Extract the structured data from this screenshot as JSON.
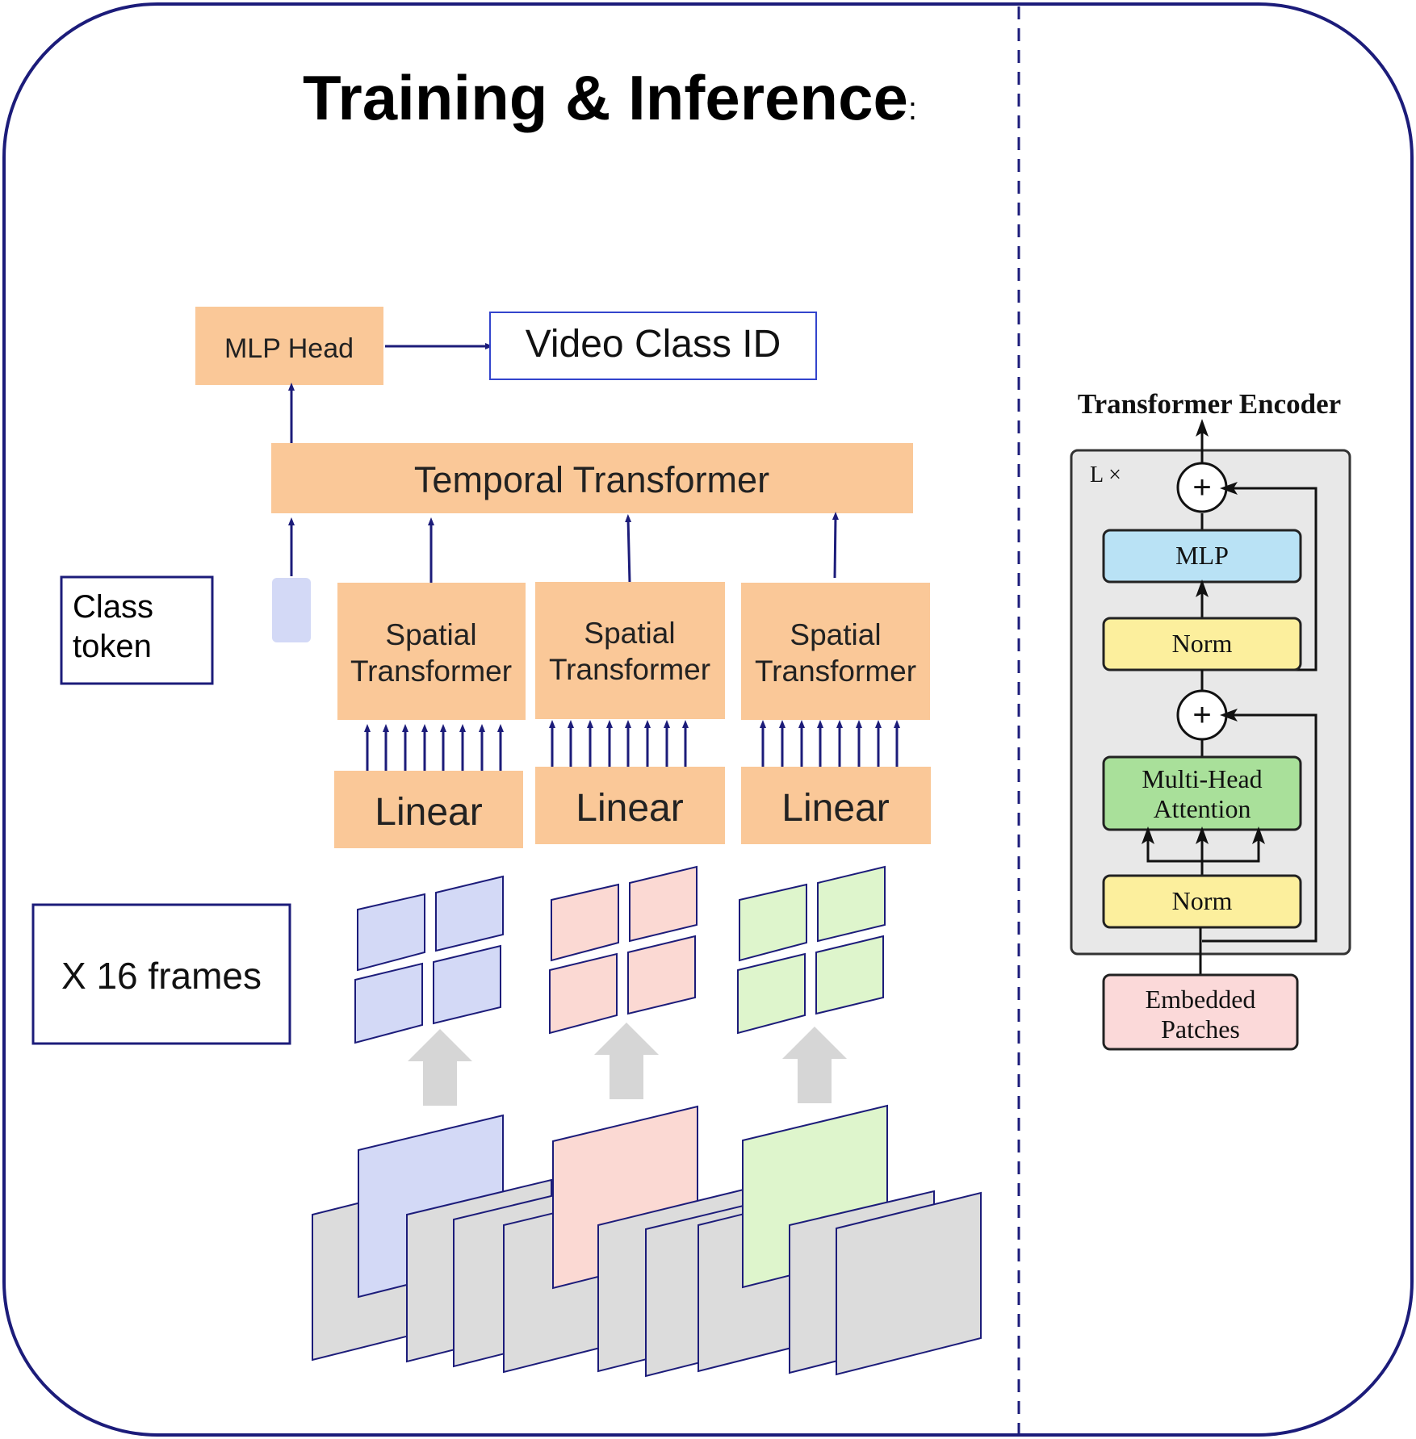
{
  "title": "Training & Inference",
  "title_colon": ":",
  "left": {
    "mlp_head": "MLP Head",
    "video_class_id": "Video Class ID",
    "temporal_transformer": "Temporal Transformer",
    "class_token": {
      "line1": "Class",
      "line2": "token"
    },
    "spatial_transformers": [
      {
        "line1": "Spatial",
        "line2": "Transformer"
      },
      {
        "line1": "Spatial",
        "line2": "Transformer"
      },
      {
        "line1": "Spatial",
        "line2": "Transformer"
      }
    ],
    "linears": [
      "Linear",
      "Linear",
      "Linear"
    ],
    "frames_label": "X 16 frames"
  },
  "right": {
    "title": "Transformer Encoder",
    "repeat_label": "L ×",
    "mlp": "MLP",
    "norm_top": "Norm",
    "attention": {
      "line1": "Multi-Head",
      "line2": "Attention"
    },
    "norm_bottom": "Norm",
    "embedded": {
      "line1": "Embedded",
      "line2": "Patches"
    },
    "plus": "+"
  },
  "colors": {
    "frame_border": "#1c1c7a",
    "orange": "#fac898",
    "blue_patch": "#d3d9f6",
    "red_patch": "#fbd9d3",
    "green_patch": "#def5cc",
    "gray_frame": "#dcdcdc",
    "mlp_blue": "#b9e2f5",
    "norm_yellow": "#fcef9d",
    "attn_green": "#a9e09a",
    "embed_pink": "#fbd9d9",
    "encoder_gray": "#e8e8e8"
  }
}
